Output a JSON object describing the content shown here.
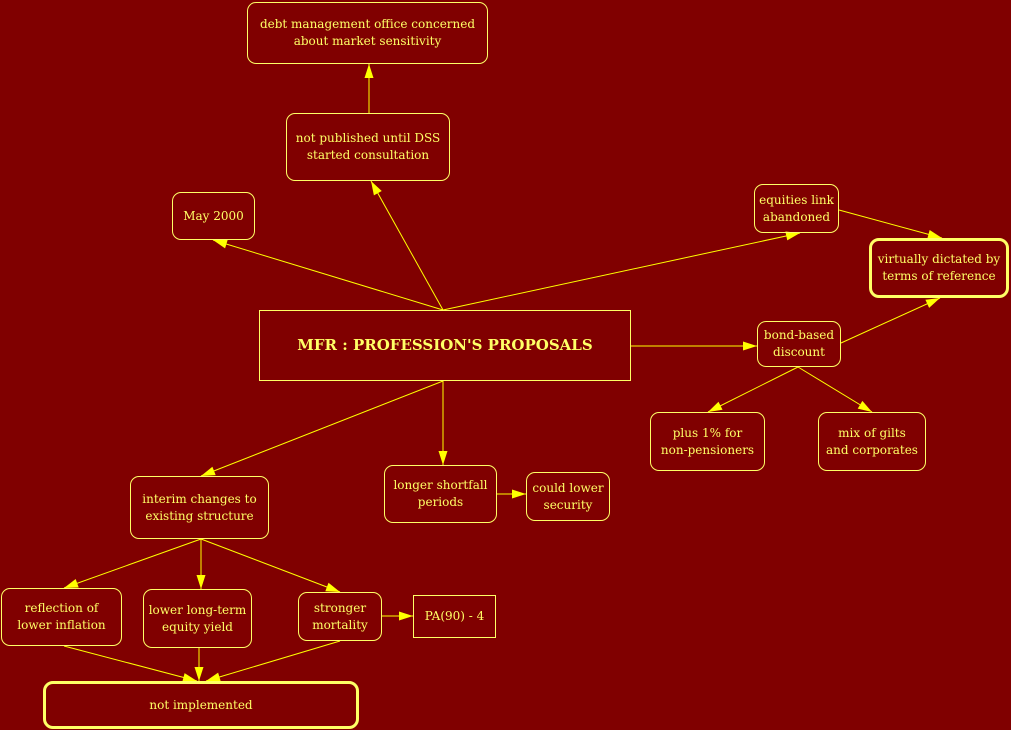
{
  "colors": {
    "background": "#800000",
    "foreground": "#ffff66",
    "arrow": "#ffff00"
  },
  "nodes": {
    "debt_office": "debt management office concerned\nabout market sensitivity",
    "not_published": "not published until DSS\nstarted consultation",
    "may_2000": "May 2000",
    "equities_link": "equities link\nabandoned",
    "dictated": "virtually dictated by\nterms of reference",
    "main": "MFR : PROFESSION'S PROPOSALS",
    "bond_based": "bond-based\ndiscount",
    "plus_one": "plus 1% for\nnon-pensioners",
    "mix_gilts": "mix of gilts\nand corporates",
    "interim": "interim changes to\nexisting structure",
    "longer_shortfall": "longer shortfall\nperiods",
    "could_lower": "could lower\nsecurity",
    "reflection": "reflection of\nlower inflation",
    "lower_equity": "lower long-term\nequity yield",
    "stronger_mortality": "stronger\nmortality",
    "pa90": "PA(90) - 4",
    "not_implemented": "not implemented"
  },
  "edges": [
    [
      "main",
      "may_2000"
    ],
    [
      "main",
      "not_published"
    ],
    [
      "not_published",
      "debt_office"
    ],
    [
      "main",
      "equities_link"
    ],
    [
      "equities_link",
      "dictated"
    ],
    [
      "main",
      "bond_based"
    ],
    [
      "bond_based",
      "dictated"
    ],
    [
      "bond_based",
      "plus_one"
    ],
    [
      "bond_based",
      "mix_gilts"
    ],
    [
      "main",
      "interim"
    ],
    [
      "main",
      "longer_shortfall"
    ],
    [
      "longer_shortfall",
      "could_lower"
    ],
    [
      "interim",
      "reflection"
    ],
    [
      "interim",
      "lower_equity"
    ],
    [
      "interim",
      "stronger_mortality"
    ],
    [
      "stronger_mortality",
      "pa90"
    ],
    [
      "reflection",
      "not_implemented"
    ],
    [
      "lower_equity",
      "not_implemented"
    ],
    [
      "stronger_mortality",
      "not_implemented"
    ]
  ]
}
